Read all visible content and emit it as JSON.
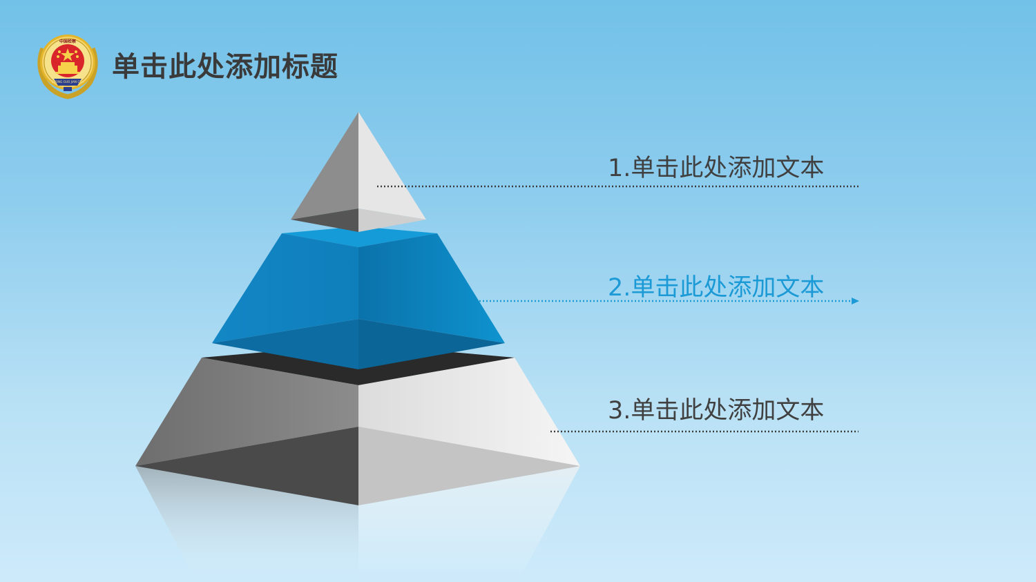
{
  "slide": {
    "title": "单击此处添加标题",
    "emblem": {
      "icon": "procuratorate-emblem-icon",
      "top_text": "中国检察",
      "ring_text": "ZHONG GUO JIAN CHA"
    }
  },
  "pyramid": {
    "levels": [
      {
        "label": "1.单击此处添加文本",
        "color": "#e8e8e8"
      },
      {
        "label": "2.单击此处添加文本",
        "color": "#1b9ad6"
      },
      {
        "label": "3.单击此处添加文本",
        "color": "#e8e8e8"
      }
    ]
  },
  "colors": {
    "accent": "#1b9ad6",
    "title_text": "#3a3a3a",
    "body_text": "#404040",
    "background_top": "#72c1e8",
    "background_bottom": "#cdeafa"
  }
}
